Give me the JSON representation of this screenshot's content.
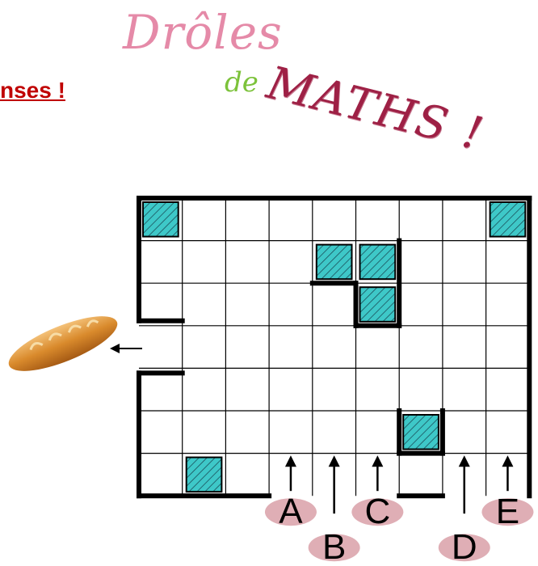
{
  "heading": "nses !",
  "logo": {
    "line1": "Drôles",
    "line2a": "de",
    "line2b": "MATHS !"
  },
  "colors": {
    "heading": "#c00000",
    "logo_droles": "#e58aa8",
    "logo_de": "#7cc23a",
    "logo_maths": "#9e2045",
    "obstacle_fill": "#3ec8c8",
    "label_blob": "#d9a0a8",
    "wall": "#000000"
  },
  "grid": {
    "columns": 9,
    "rows": 7,
    "obstacles": [
      {
        "row": 1,
        "col": 1
      },
      {
        "row": 1,
        "col": 9
      },
      {
        "row": 2,
        "col": 5
      },
      {
        "row": 2,
        "col": 6
      },
      {
        "row": 3,
        "col": 6
      },
      {
        "row": 6,
        "col": 7
      },
      {
        "row": 7,
        "col": 2
      }
    ],
    "exit_direction": "left",
    "exit_row": 4
  },
  "entrances": [
    {
      "label": "A",
      "col": 4
    },
    {
      "label": "B",
      "col": 5
    },
    {
      "label": "C",
      "col": 6
    },
    {
      "label": "D",
      "col": 8
    },
    {
      "label": "E",
      "col": 9
    }
  ],
  "icons": {
    "goal": "baguette-icon",
    "exit": "arrow-left-icon",
    "entry": "arrow-up-icon"
  }
}
